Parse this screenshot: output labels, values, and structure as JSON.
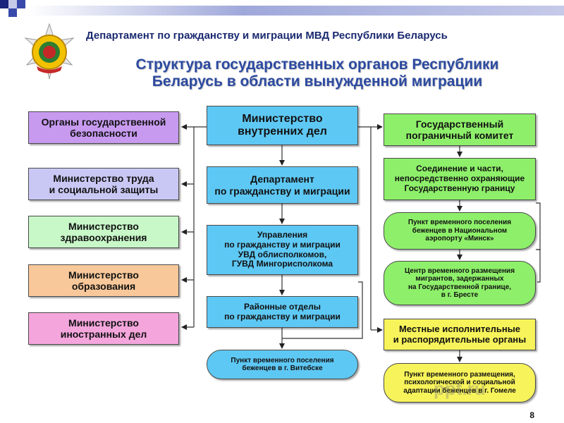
{
  "header": {
    "department": "Департамент по гражданству и миграции МВД Республики Беларусь",
    "title": "Структура государственных органов Республики\nБеларусь в области вынужденной миграции",
    "page_number": "8",
    "watermark": "ppt.ru"
  },
  "left_column": [
    {
      "id": "security",
      "label": "Органы государственной\nбезопасности",
      "color": "#c79af0"
    },
    {
      "id": "labor",
      "label": "Министерство труда\nи социальной защиты",
      "color": "#c9c8f4"
    },
    {
      "id": "health",
      "label": "Министерство\nздравоохранения",
      "color": "#c8f7c8"
    },
    {
      "id": "education",
      "label": "Министерство\nобразования",
      "color": "#f9c89a"
    },
    {
      "id": "foreign",
      "label": "Министерство\nиностранных дел",
      "color": "#f4a6dc"
    }
  ],
  "center_column": [
    {
      "id": "mvd",
      "label": "Министерство\nвнутренних дел",
      "color": "#5ec8f4"
    },
    {
      "id": "department",
      "label": "Департамент\nпо гражданству и миграции",
      "color": "#5ec8f4"
    },
    {
      "id": "directorates",
      "label": "Управления\nпо гражданству и миграции\nУВД облисполкомов,\nГУВД Мингорисполкома",
      "color": "#5ec8f4"
    },
    {
      "id": "district",
      "label": "Районные отделы\nпо гражданству и миграции",
      "color": "#5ec8f4"
    },
    {
      "id": "vitebsk",
      "label": "Пункт временного поселения\nбеженцев в г. Витебске",
      "color": "#5ec8f4"
    }
  ],
  "right_column": [
    {
      "id": "border_committee",
      "label": "Государственный\nпограничный комитет",
      "color": "#8ef06a"
    },
    {
      "id": "border_units",
      "label": "Соединение и части,\nнепосредственно охраняющие\nГосударственную границу",
      "color": "#8ef06a"
    },
    {
      "id": "minsk",
      "label": "Пункт временного поселения\nбеженцев в Национальном\nаэропорту «Минск»",
      "color": "#8ef06a"
    },
    {
      "id": "brest",
      "label": "Центр временного размещения\nмигрантов, задержанных\nна Государственной границе,\nв г. Бресте",
      "color": "#8ef06a"
    },
    {
      "id": "local",
      "label": "Местные исполнительные\nи распорядительные органы",
      "color": "#f7f35a"
    },
    {
      "id": "gomel",
      "label": "Пункт временного размещения,\nпсихологической и социальной\nадаптации беженцев в г. Гомеле",
      "color": "#f7f35a"
    }
  ]
}
